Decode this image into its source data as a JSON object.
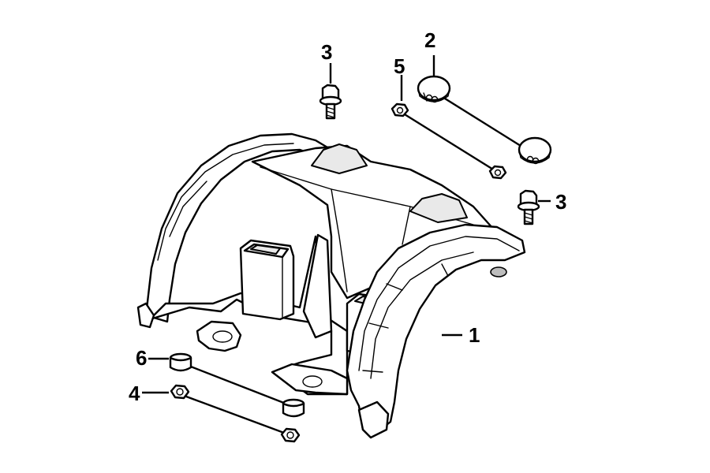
{
  "callouts": {
    "c1": "1",
    "c2": "2",
    "c3a": "3",
    "c3b": "3",
    "c4": "4",
    "c5": "5",
    "c6": "6"
  },
  "icons": {
    "fender": "rear-fender-icon",
    "bolt": "flange-bolt-icon",
    "grommet": "rubber-grommet-icon",
    "nut": "hex-nut-icon",
    "collar": "spacer-collar-icon"
  },
  "colors": {
    "line": "#000000",
    "background": "#ffffff",
    "shade": "#e9e9e9"
  }
}
